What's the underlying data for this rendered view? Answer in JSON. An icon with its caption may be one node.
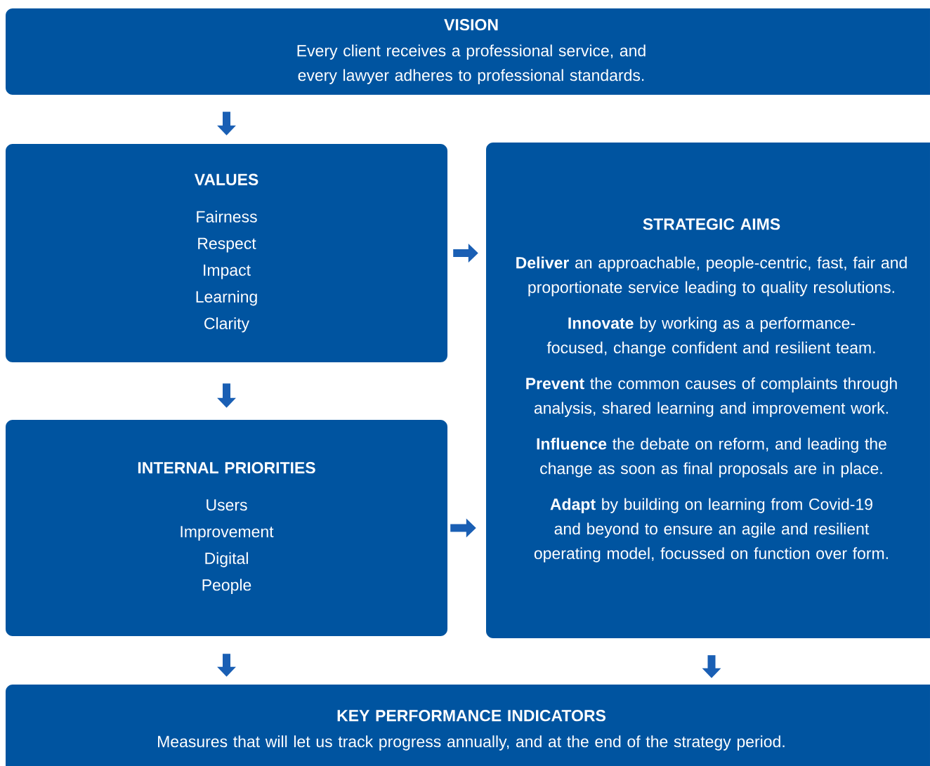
{
  "diagram": {
    "nodes": [
      {
        "text": [
          "VISION",
          "Every client receives a professional service, and every lawyer adheres to professional standards."
        ]
      },
      {
        "text": [
          "VALUES",
          "Fairness",
          "Respect",
          "Impact",
          "Learning",
          "Clarity"
        ]
      },
      {
        "text": [
          "STRATEGIC AIMS",
          "**Deliver** an approachable, people-centric, fast, fair and proportionate service leading to quality resolutions.",
          "**Innovate** by working as a performance-focused, change confident and resilient team.",
          "**Prevent** the common causes of complaints through analysis, shared learning and improvement work.",
          "**Influence** the debate on reform, and leading the change as soon as final proposals are in place.",
          "**Adapt** by building on learning from Covid-19 and beyond to ensure an agile and resilient operating model, focussed on function over form."
        ]
      },
      {
        "text": [
          "INTERNAL PRIORITIES",
          "Users",
          "Improvement",
          "Digital",
          "People"
        ]
      },
      {
        "text": [
          "KEY PERFORMANCE INDICATORS",
          "Measures that will let us track progress annually, and at the end of the strategy period."
        ]
      }
    ],
    "edges": [
      {
        "from": 0,
        "to": 1,
        "arrow": "to"
      },
      {
        "from": 1,
        "to": 2,
        "arrow": "to"
      },
      {
        "from": 1,
        "to": 3,
        "arrow": "to"
      },
      {
        "from": 3,
        "to": 2,
        "arrow": "to"
      },
      {
        "from": 3,
        "to": 4,
        "arrow": "to"
      },
      {
        "from": 2,
        "to": 4,
        "arrow": "to"
      }
    ]
  }
}
